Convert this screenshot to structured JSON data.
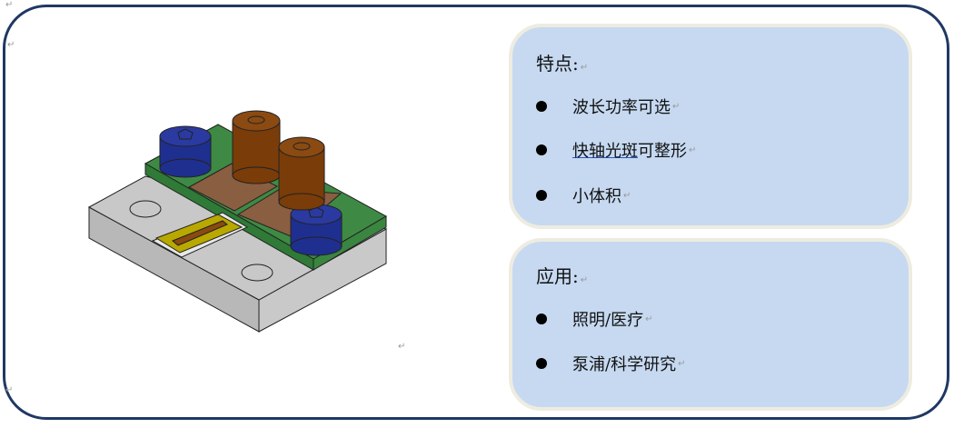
{
  "features": {
    "title": "特点:",
    "items": [
      {
        "underlined": "",
        "text": "波长功率可选"
      },
      {
        "underlined": "快轴光斑",
        "text": "可整形"
      },
      {
        "underlined": "",
        "text": "小体积"
      }
    ]
  },
  "applications": {
    "title": "应用:",
    "items": [
      {
        "text": "照明/医疗"
      },
      {
        "text": "泵浦/科学研究"
      }
    ]
  },
  "paragraph_mark": "↵"
}
